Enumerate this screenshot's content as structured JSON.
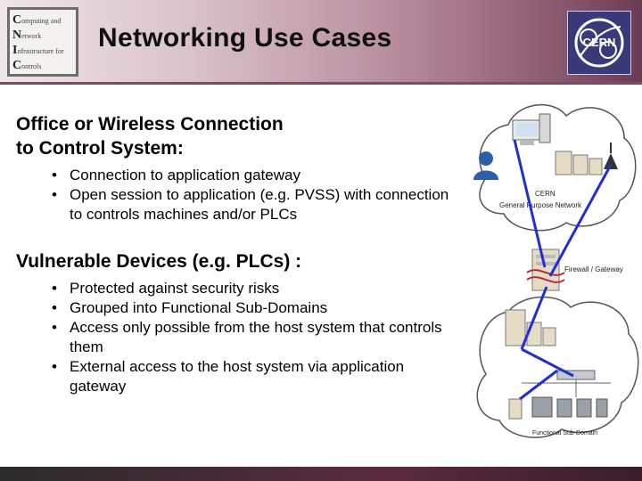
{
  "header": {
    "title": "Networking Use Cases",
    "logo_lines": [
      {
        "initial": "C",
        "rest": "omputing and"
      },
      {
        "initial": "N",
        "rest": "etwork"
      },
      {
        "initial": "I",
        "rest": "nfrastructure for"
      },
      {
        "initial": "C",
        "rest": "ontrols"
      }
    ],
    "cern_logo_text": "CERN"
  },
  "sections": [
    {
      "heading_lines": [
        "Office or Wireless Connection",
        "to Control System:"
      ],
      "bullets": [
        "Connection to application gateway",
        "Open session to application (e.g. PVSS) with connection to controls machines and/or PLCs"
      ]
    },
    {
      "heading_lines": [
        "Vulnerable Devices (e.g. PLCs) :"
      ],
      "bullets": [
        "Protected against security risks",
        "Grouped into Functional Sub-Domains",
        "Access only possible from the host system that controls them",
        "External access to the host system via application gateway"
      ]
    }
  ],
  "diagram": {
    "gpn_label_1": "CERN",
    "gpn_label_2": "General Purpose Network",
    "firewall_label": "Firewall / Gateway",
    "fsd_label": "Functional Sub-Domain",
    "link_color": "#1f2fd0"
  }
}
